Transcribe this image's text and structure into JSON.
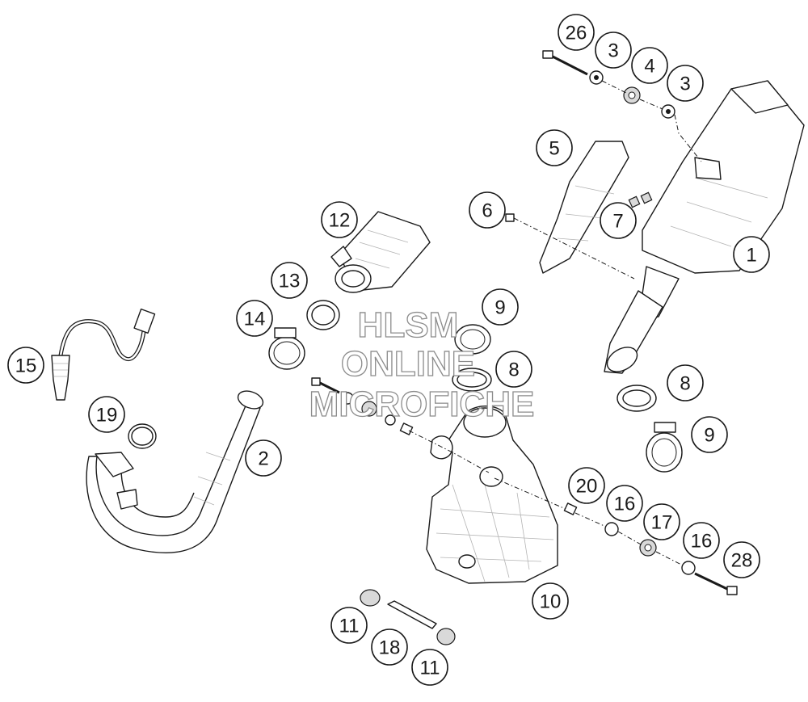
{
  "watermark": {
    "line1": "HLSM",
    "line2": "ONLINE",
    "line3": "MICROFICHE"
  },
  "callouts": [
    {
      "id": "c26",
      "label": "26"
    },
    {
      "id": "c3a",
      "label": "3"
    },
    {
      "id": "c4",
      "label": "4"
    },
    {
      "id": "c3b",
      "label": "3"
    },
    {
      "id": "c5",
      "label": "5"
    },
    {
      "id": "c6",
      "label": "6"
    },
    {
      "id": "c7",
      "label": "7"
    },
    {
      "id": "c1",
      "label": "1"
    },
    {
      "id": "c12",
      "label": "12"
    },
    {
      "id": "c13",
      "label": "13"
    },
    {
      "id": "c14",
      "label": "14"
    },
    {
      "id": "c9a",
      "label": "9"
    },
    {
      "id": "c8a",
      "label": "8"
    },
    {
      "id": "c15",
      "label": "15"
    },
    {
      "id": "c19",
      "label": "19"
    },
    {
      "id": "c2",
      "label": "2"
    },
    {
      "id": "c8b",
      "label": "8"
    },
    {
      "id": "c9b",
      "label": "9"
    },
    {
      "id": "c20",
      "label": "20"
    },
    {
      "id": "c16a",
      "label": "16"
    },
    {
      "id": "c17",
      "label": "17"
    },
    {
      "id": "c16b",
      "label": "16"
    },
    {
      "id": "c28",
      "label": "28"
    },
    {
      "id": "c10",
      "label": "10"
    },
    {
      "id": "c11a",
      "label": "11"
    },
    {
      "id": "c18",
      "label": "18"
    },
    {
      "id": "c11b",
      "label": "11"
    }
  ],
  "colors": {
    "line": "#1a1a1a",
    "watermark_outline": "#8c8c8c",
    "shade": "#d9d9d9"
  }
}
